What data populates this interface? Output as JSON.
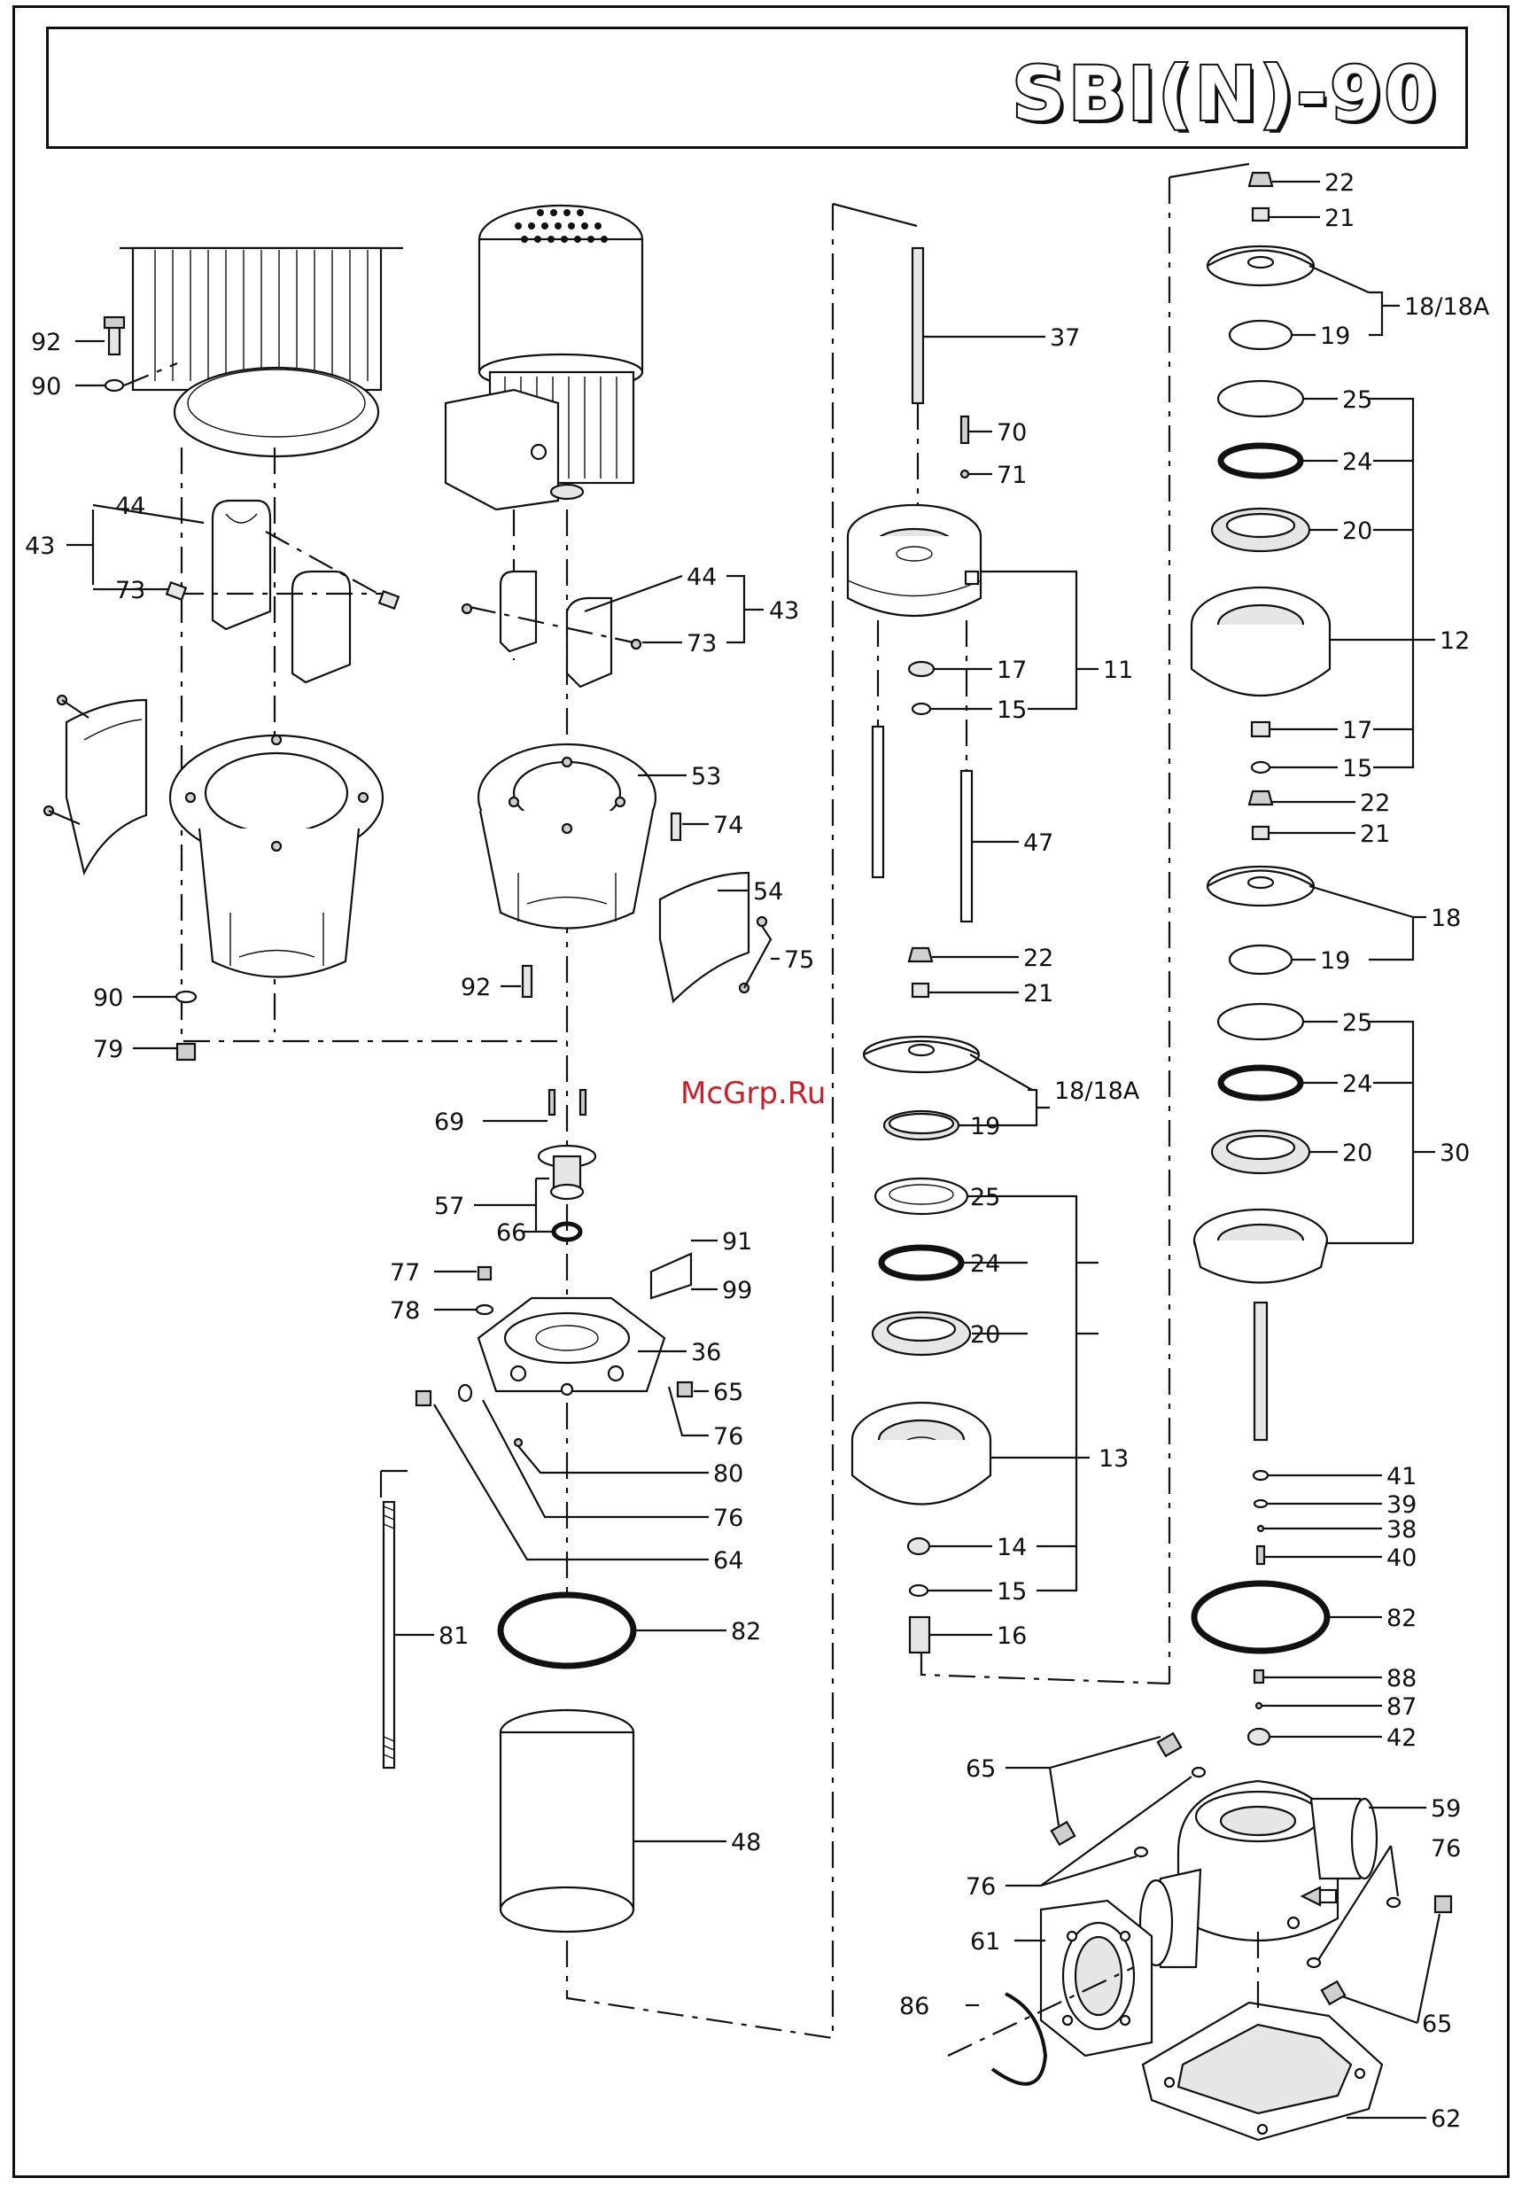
{
  "title": "SBI(N)-90",
  "watermark": "McGrp.Ru",
  "labels": {
    "c1": [
      "92",
      "90",
      "43",
      "44",
      "73",
      "90",
      "79"
    ],
    "c2": [
      "44",
      "43",
      "73",
      "53",
      "74",
      "54",
      "75",
      "92",
      "69",
      "57",
      "66",
      "77",
      "78",
      "91",
      "99",
      "36",
      "65",
      "76",
      "80",
      "76",
      "64",
      "81",
      "82",
      "48"
    ],
    "c3": [
      "37",
      "70",
      "71",
      "11",
      "17",
      "15",
      "47",
      "22",
      "21",
      "18/18A",
      "19",
      "25",
      "24",
      "20",
      "13",
      "14",
      "15",
      "16"
    ],
    "c4": [
      "22",
      "21",
      "18/18A",
      "19",
      "25",
      "24",
      "20",
      "12",
      "17",
      "15",
      "22",
      "21",
      "18",
      "19",
      "25",
      "24",
      "20",
      "30",
      "41",
      "39",
      "38",
      "40",
      "82",
      "88",
      "87",
      "42",
      "65",
      "59",
      "76",
      "76",
      "61",
      "65",
      "86",
      "62"
    ]
  }
}
